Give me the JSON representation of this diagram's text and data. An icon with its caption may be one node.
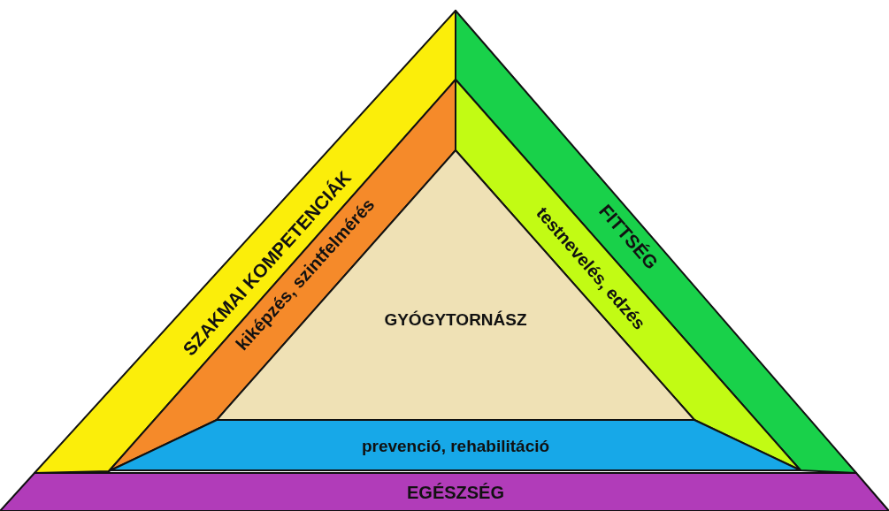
{
  "diagram": {
    "nodes": [
      {
        "text": [
          "SZAKMAI KOMPETENCIÁK"
        ]
      },
      {
        "text": [
          "FITTSÉG"
        ]
      },
      {
        "text": [
          "kiképzés, szintfelmérés"
        ]
      },
      {
        "text": [
          "testnevelés, edzés"
        ]
      },
      {
        "text": [
          "GYÓGYTORNÁSZ"
        ]
      },
      {
        "text": [
          "prevenció, rehabilitáció"
        ]
      },
      {
        "text": [
          "EGÉSZSÉG"
        ]
      }
    ]
  }
}
